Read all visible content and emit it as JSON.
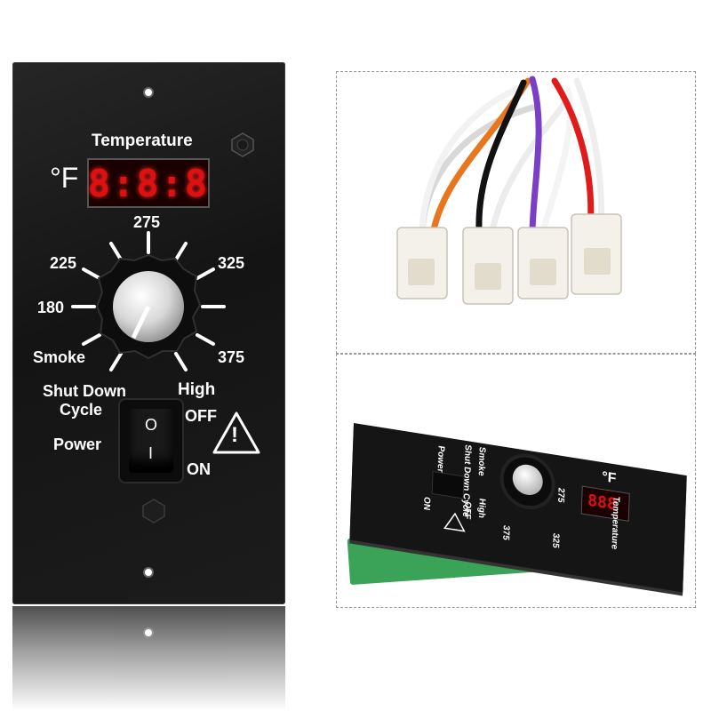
{
  "panel": {
    "display_title": "Temperature",
    "unit": "°F",
    "display_value": "8:8:8",
    "dial_labels": [
      "275",
      "225",
      "325",
      "180",
      "Smoke",
      "375",
      "High"
    ],
    "shutdown_line1": "Shut Down",
    "shutdown_line2": "Cycle",
    "power_label": "Power",
    "off_label": "OFF",
    "on_label": "ON",
    "switch_off_mark": "O",
    "switch_on_mark": "I",
    "warning_symbol": "!"
  },
  "mini_panel": {
    "title": "Temperature",
    "unit": "°F",
    "display_value": "888",
    "labels": [
      "Smoke",
      "Shut Down Cycle",
      "Power",
      "High",
      "OFF",
      "ON",
      "275",
      "325",
      "375"
    ]
  },
  "colors": {
    "panel": "#1a1a1a",
    "display_red": "#e01010",
    "wire_white": "#ffffff",
    "wire_orange": "#e8761e",
    "wire_black": "#111111",
    "wire_purple": "#7a3fc4",
    "wire_red": "#e01b1b",
    "board_green": "#3aa357"
  },
  "icons": [
    "warning-triangle-icon",
    "hex-screw-icon",
    "mounting-hole-icon",
    "rocker-switch-icon",
    "control-knob-icon",
    "wire-connector-icon"
  ]
}
